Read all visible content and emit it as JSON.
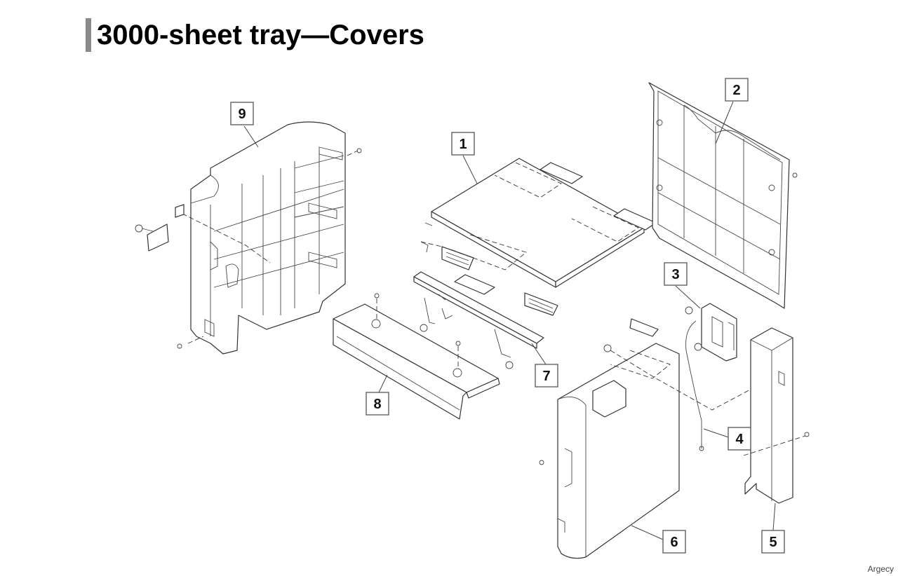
{
  "title": "3000-sheet tray—Covers",
  "colors": {
    "title_bar": "#8a8a8a",
    "line": "#333333",
    "background": "#ffffff"
  },
  "callouts": [
    {
      "id": 1,
      "label": "1"
    },
    {
      "id": 2,
      "label": "2"
    },
    {
      "id": 3,
      "label": "3"
    },
    {
      "id": 4,
      "label": "4"
    },
    {
      "id": 5,
      "label": "5"
    },
    {
      "id": 6,
      "label": "6"
    },
    {
      "id": 7,
      "label": "7"
    },
    {
      "id": 8,
      "label": "8"
    },
    {
      "id": 9,
      "label": "9"
    }
  ],
  "watermark": "Argecy"
}
